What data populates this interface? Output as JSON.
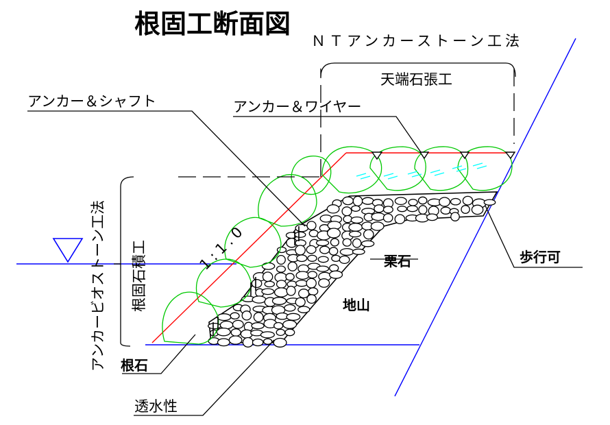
{
  "title": "根固工断面図",
  "labels": {
    "method_name": "ＮＴアンカーストーン工法",
    "top_works": "天端石張工",
    "anchor_shaft": "アンカー＆シャフト",
    "anchor_wire": "アンカー＆ワイヤー",
    "vertical_method": "アンカービオストーン工法",
    "foot_masonry": "根固石積工",
    "slope_ratio": "1:1.0",
    "gravel": "栗石",
    "ground": "地山",
    "walkway": "歩行可",
    "foot_stone": "根石",
    "permeability": "透水性"
  },
  "colors": {
    "line": "#000000",
    "water": "#0000ff",
    "face": "#ff0000",
    "net": "#00c800",
    "wire": "#00ffff"
  }
}
